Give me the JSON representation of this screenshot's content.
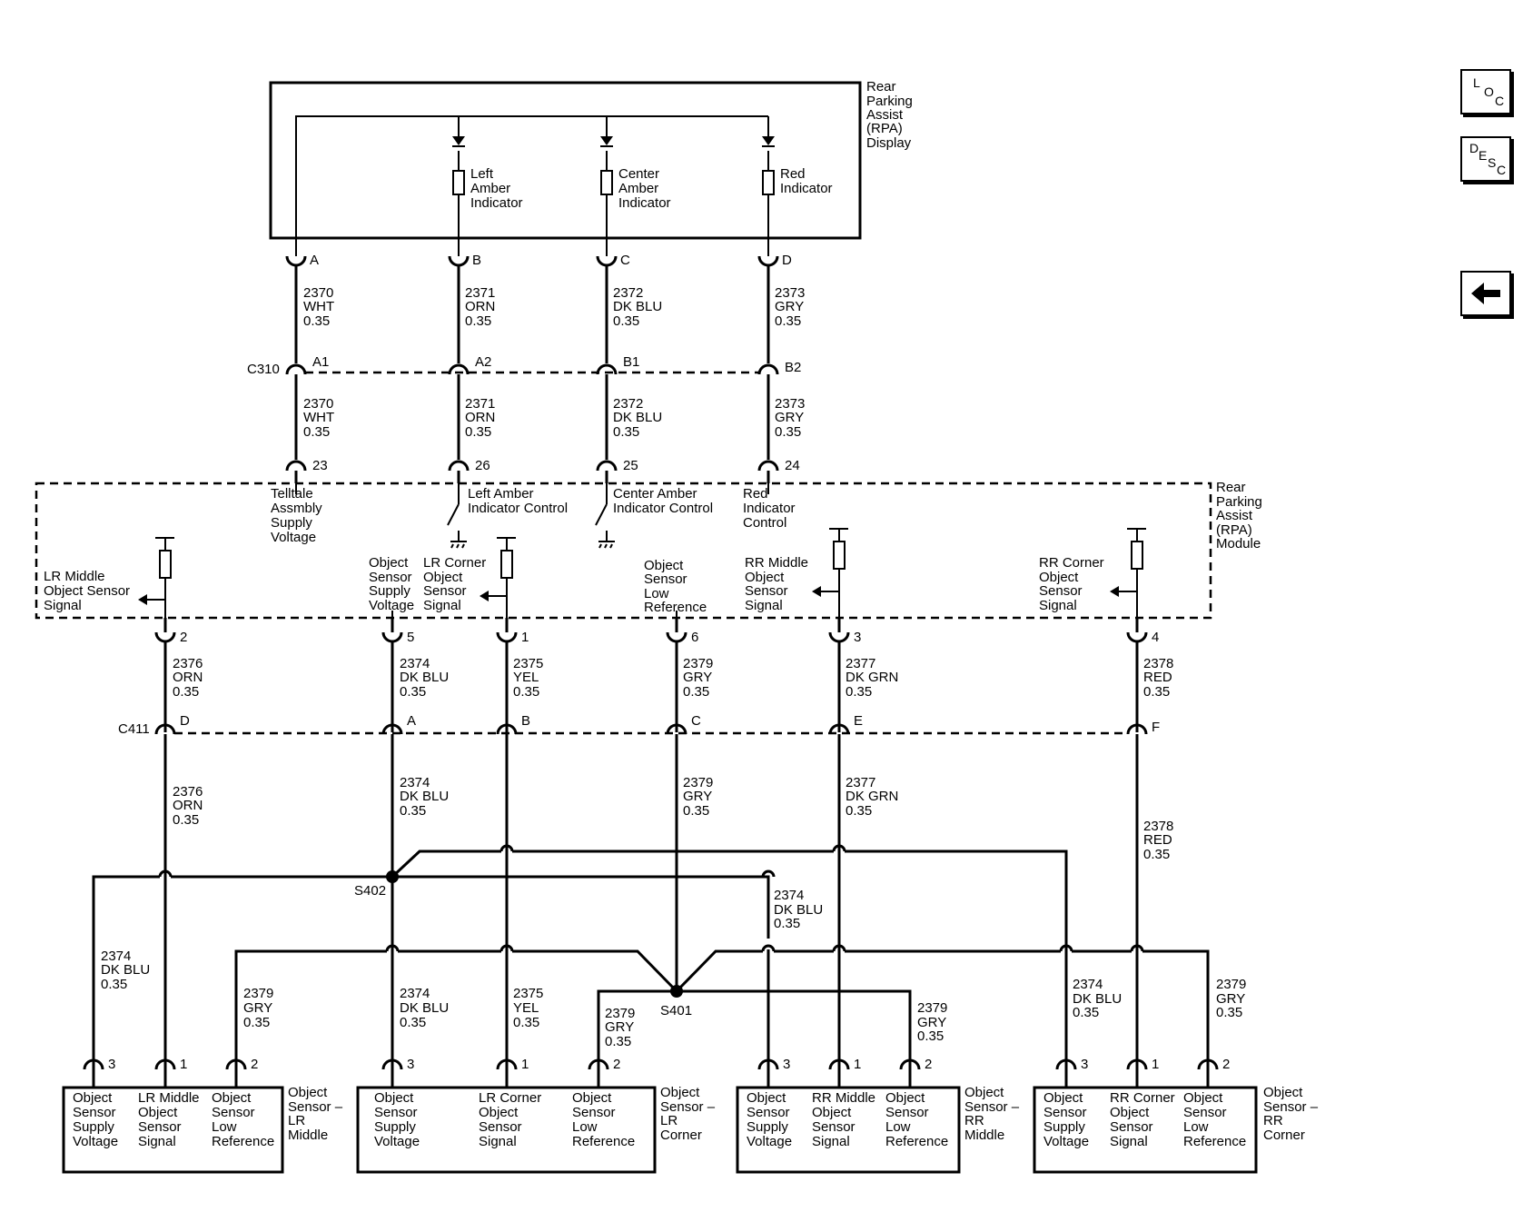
{
  "nav": {
    "loc": [
      "L",
      "O",
      "C"
    ],
    "desc": [
      "D",
      "E",
      "S",
      "C"
    ],
    "back_icon": "left-arrow-icon"
  },
  "display": {
    "label": [
      "Rear",
      "Parking",
      "Assist",
      "(RPA)",
      "Display"
    ],
    "indicators": [
      {
        "lines": [
          "Left",
          "Amber",
          "Indicator"
        ]
      },
      {
        "lines": [
          "Center",
          "Amber",
          "Indicator"
        ]
      },
      {
        "lines": [
          "Red",
          "Indicator"
        ]
      }
    ],
    "pins": [
      "A",
      "B",
      "C",
      "D"
    ]
  },
  "connector_c310": {
    "name": "C310",
    "cavities": [
      "A1",
      "A2",
      "B1",
      "B2"
    ]
  },
  "display_wires": [
    {
      "circuit": "2370",
      "color": "WHT",
      "gauge": "0.35"
    },
    {
      "circuit": "2371",
      "color": "ORN",
      "gauge": "0.35"
    },
    {
      "circuit": "2372",
      "color": "DK BLU",
      "gauge": "0.35"
    },
    {
      "circuit": "2373",
      "color": "GRY",
      "gauge": "0.35"
    }
  ],
  "module": {
    "label": [
      "Rear",
      "Parking",
      "Assist",
      "(RPA)",
      "Module"
    ],
    "top_pins": [
      "23",
      "26",
      "25",
      "24"
    ],
    "top_functions": [
      {
        "lines": [
          "Telltale",
          "Assmbly",
          "Supply",
          "Voltage"
        ]
      },
      {
        "lines": [
          "Left Amber",
          "Indicator Control"
        ]
      },
      {
        "lines": [
          "Center Amber",
          "Indicator Control"
        ]
      },
      {
        "lines": [
          "Red",
          "Indicator",
          "Control"
        ]
      }
    ],
    "bottom_pins": [
      "2",
      "5",
      "1",
      "6",
      "3",
      "4"
    ],
    "bottom_functions": [
      {
        "lines": [
          "LR Middle",
          "Object Sensor",
          "Signal"
        ]
      },
      {
        "lines": [
          "Object",
          "Sensor",
          "Supply",
          "Voltage"
        ]
      },
      {
        "lines": [
          "LR Corner",
          "Object",
          "Sensor",
          "Signal"
        ]
      },
      {
        "lines": [
          "Object",
          "Sensor",
          "Low",
          "Reference"
        ]
      },
      {
        "lines": [
          "RR Middle",
          "Object",
          "Sensor",
          "Signal"
        ]
      },
      {
        "lines": [
          "RR Corner",
          "Object",
          "Sensor",
          "Signal"
        ]
      }
    ]
  },
  "connector_c411": {
    "name": "C411",
    "cavities": [
      "D",
      "A",
      "B",
      "C",
      "E",
      "F"
    ]
  },
  "module_wires": [
    {
      "circuit": "2376",
      "color": "ORN",
      "gauge": "0.35"
    },
    {
      "circuit": "2374",
      "color": "DK BLU",
      "gauge": "0.35"
    },
    {
      "circuit": "2375",
      "color": "YEL",
      "gauge": "0.35"
    },
    {
      "circuit": "2379",
      "color": "GRY",
      "gauge": "0.35"
    },
    {
      "circuit": "2377",
      "color": "DK GRN",
      "gauge": "0.35"
    },
    {
      "circuit": "2378",
      "color": "RED",
      "gauge": "0.35"
    }
  ],
  "splices": {
    "s402": "S402",
    "s401": "S401"
  },
  "sensors": [
    {
      "name": [
        "Object",
        "Sensor –",
        "LR",
        "Middle"
      ],
      "pins": [
        "3",
        "1",
        "2"
      ],
      "functions": [
        [
          "Object",
          "Sensor",
          "Supply",
          "Voltage"
        ],
        [
          "LR Middle",
          "Object",
          "Sensor",
          "Signal"
        ],
        [
          "Object",
          "Sensor",
          "Low",
          "Reference"
        ]
      ],
      "wires": [
        {
          "circuit": "2374",
          "color": "DK BLU",
          "gauge": "0.35"
        },
        {
          "circuit": "2379",
          "color": "GRY",
          "gauge": "0.35"
        }
      ]
    },
    {
      "name": [
        "Object",
        "Sensor –",
        "LR",
        "Corner"
      ],
      "pins": [
        "3",
        "1",
        "2"
      ],
      "functions": [
        [
          "Object",
          "Sensor",
          "Supply",
          "Voltage"
        ],
        [
          "LR Corner",
          "Object",
          "Sensor",
          "Signal"
        ],
        [
          "Object",
          "Sensor",
          "Low",
          "Reference"
        ]
      ],
      "wires": [
        {
          "circuit": "2374",
          "color": "DK BLU",
          "gauge": "0.35"
        },
        {
          "circuit": "2375",
          "color": "YEL",
          "gauge": "0.35"
        },
        {
          "circuit": "2379",
          "color": "GRY",
          "gauge": "0.35"
        }
      ]
    },
    {
      "name": [
        "Object",
        "Sensor –",
        "RR",
        "Middle"
      ],
      "pins": [
        "3",
        "1",
        "2"
      ],
      "functions": [
        [
          "Object",
          "Sensor",
          "Supply",
          "Voltage"
        ],
        [
          "RR Middle",
          "Object",
          "Sensor",
          "Signal"
        ],
        [
          "Object",
          "Sensor",
          "Low",
          "Reference"
        ]
      ],
      "wires": [
        {
          "circuit": "2374",
          "color": "DK BLU",
          "gauge": "0.35"
        },
        {
          "circuit": "2379",
          "color": "GRY",
          "gauge": "0.35"
        }
      ]
    },
    {
      "name": [
        "Object",
        "Sensor –",
        "RR",
        "Corner"
      ],
      "pins": [
        "3",
        "1",
        "2"
      ],
      "functions": [
        [
          "Object",
          "Sensor",
          "Supply",
          "Voltage"
        ],
        [
          "RR Corner",
          "Object",
          "Sensor",
          "Signal"
        ],
        [
          "Object",
          "Sensor",
          "Low",
          "Reference"
        ]
      ],
      "wires": [
        {
          "circuit": "2374",
          "color": "DK BLU",
          "gauge": "0.35"
        },
        {
          "circuit": "2379",
          "color": "GRY",
          "gauge": "0.35"
        }
      ]
    }
  ]
}
